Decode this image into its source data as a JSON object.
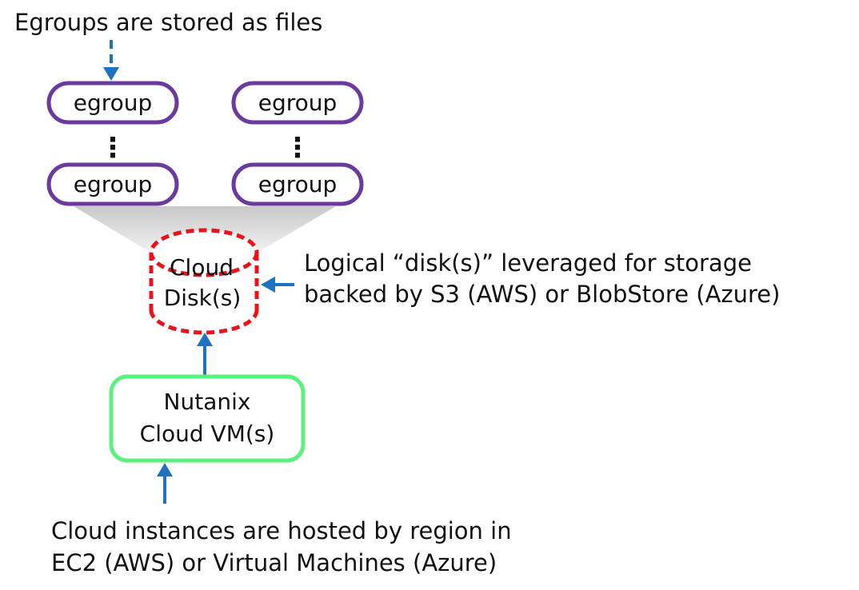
{
  "top_caption": "Egroups are stored as files",
  "egroup_label": "egroup",
  "columns": [
    {
      "top": {
        "label": "egroup"
      },
      "bottom": {
        "label": "egroup"
      },
      "ellipsis": "⋮"
    },
    {
      "top": {
        "label": "egroup"
      },
      "bottom": {
        "label": "egroup"
      },
      "ellipsis": "⋮"
    }
  ],
  "cloud_disk": {
    "line1": "Cloud",
    "line2": "Disk(s)"
  },
  "disk_note": {
    "line1": "Logical “disk(s)” leveraged for storage",
    "line2": "backed by S3 (AWS) or BlobStore (Azure)"
  },
  "cloud_vm": {
    "line1": "Nutanix",
    "line2": "Cloud VM(s)"
  },
  "bottom_caption": {
    "line1": "Cloud instances are hosted by region in",
    "line2": "EC2 (AWS) or Virtual Machines (Azure)"
  },
  "colors": {
    "egroup_border": "#6b3a9e",
    "disk_border": "#e8141c",
    "vm_border": "#5cf07e",
    "arrow": "#1f72bf",
    "funnel": "#d9d9d9"
  }
}
